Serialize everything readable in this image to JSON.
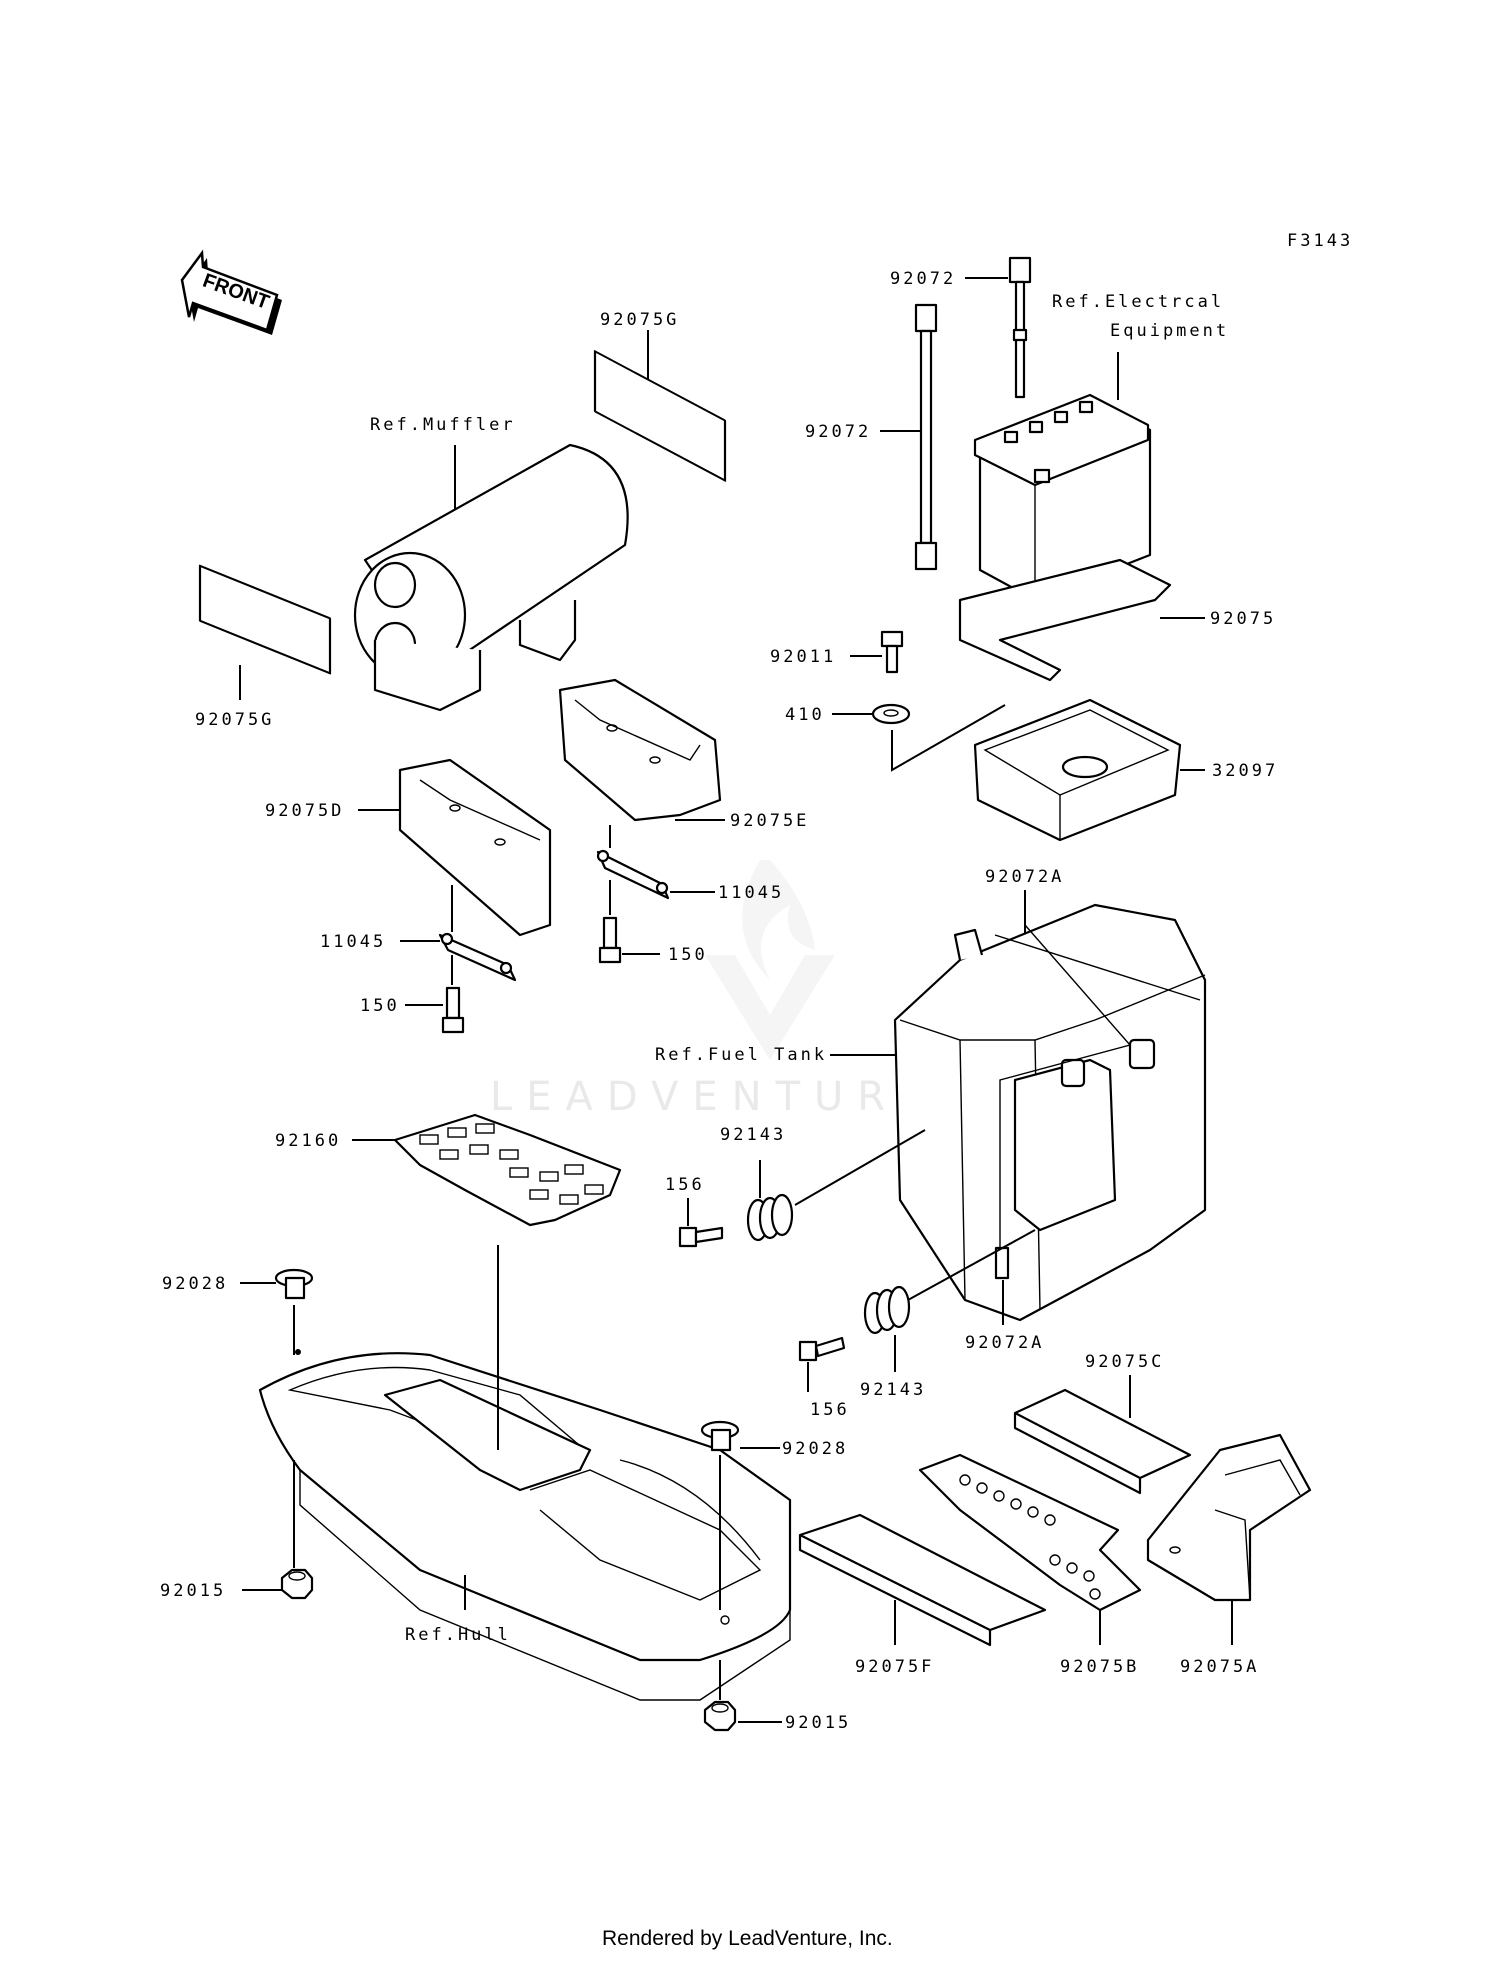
{
  "diagram_code": "F3143",
  "front_label": "FRONT",
  "watermark": "LEADVENTURE",
  "footer": "Rendered by LeadVenture, Inc.",
  "labels": {
    "strap_top": "92072",
    "ref_electrical_1": "Ref.Electrcal",
    "ref_electrical_2": "Equipment",
    "strap_left": "92072",
    "pad_top": "92075G",
    "ref_muffler": "Ref.Muffler",
    "pad_left": "92075G",
    "bracket_d": "92075D",
    "bracket_e": "92075E",
    "bolt_92011": "92011",
    "washer_410": "410",
    "battery_mat": "92075",
    "battery_case": "32097",
    "stay_right": "11045",
    "bolt_right": "150",
    "stay_left": "11045",
    "bolt_left": "150",
    "strap_tank": "92072A",
    "ref_fuel_tank": "Ref.Fuel Tank",
    "grille": "92160",
    "damper_top": "92143",
    "bolt_156_top": "156",
    "plug_left": "92028",
    "damper_bottom": "92143",
    "bolt_156_bottom": "156",
    "strap_tank_bottom": "92072A",
    "pad_c": "92075C",
    "plug_right": "92028",
    "nut_left": "92015",
    "ref_hull": "Ref.Hull",
    "pad_f": "92075F",
    "plate_b": "92075B",
    "bracket_a": "92075A",
    "nut_bottom": "92015"
  }
}
